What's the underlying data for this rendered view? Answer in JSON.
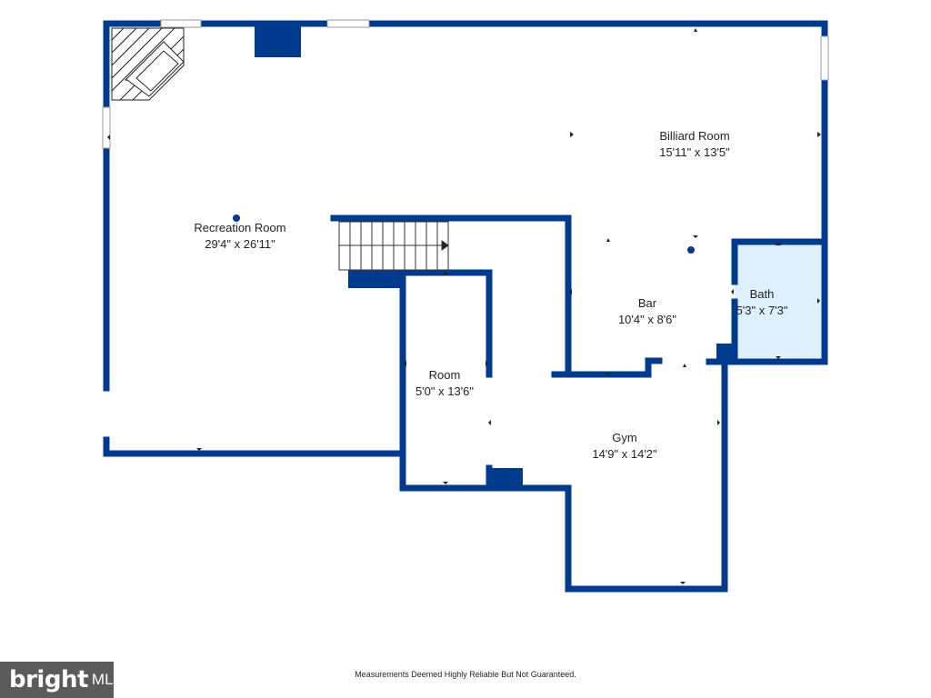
{
  "colors": {
    "wall": "#003a8c",
    "bath_fill": "#ddf0fb",
    "window": "#e8e8e8"
  },
  "rooms": {
    "recreation": {
      "name": "Recreation Room",
      "dims": "29'4\" x 26'11\""
    },
    "billiard": {
      "name": "Billiard Room",
      "dims": "15'11\" x 13'5\""
    },
    "bar": {
      "name": "Bar",
      "dims": "10'4\" x 8'6\""
    },
    "bath": {
      "name": "Bath",
      "dims": "5'3\" x 7'3\""
    },
    "room": {
      "name": "Room",
      "dims": "5'0\" x 13'6\""
    },
    "gym": {
      "name": "Gym",
      "dims": "14'9\" x 14'2\""
    }
  },
  "footer": {
    "disclaimer": "Measurements Deemed Highly Reliable But Not Guaranteed."
  },
  "logo": {
    "brand": "bright",
    "suffix": "MLS"
  },
  "icons": [
    "fireplace-icon",
    "stairs-icon",
    "ceiling-light-icon",
    "door-marker-icon",
    "logo-icon"
  ]
}
